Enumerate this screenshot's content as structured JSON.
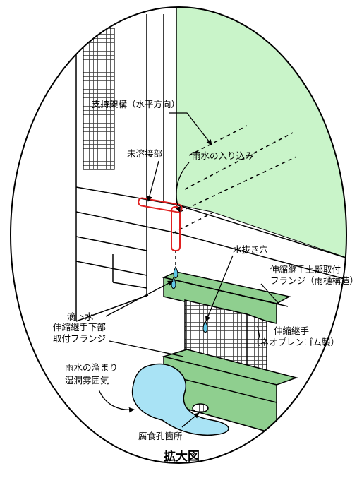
{
  "labels": {
    "support_frame": "支持架構（水平方向）",
    "rain_intrusion": "雨水の入り込み",
    "unwelded": "未溶接部",
    "drain_hole": "水抜き穴",
    "upper_flange_line1": "伸縮継手上部取付",
    "upper_flange_line2": "フランジ（雨樋構造）",
    "drip": "滴下水",
    "lower_flange_line1": "伸縮継手下部",
    "lower_flange_line2": "取付フランジ",
    "joint_line1": "伸縮継手",
    "joint_line2": "（ネオプレンゴム製）",
    "pool_line1": "雨水の溜まり",
    "pool_line2": "湿潤雰囲気",
    "corrosion": "腐食孔箇所",
    "caption": "拡大図"
  },
  "colors": {
    "panel_green": "#c9f4c9",
    "flange_green": "#8fcf8f",
    "water_blue": "#a9e3f5",
    "highlight_red": "#e02020",
    "mesh": "#3a3a3a"
  }
}
